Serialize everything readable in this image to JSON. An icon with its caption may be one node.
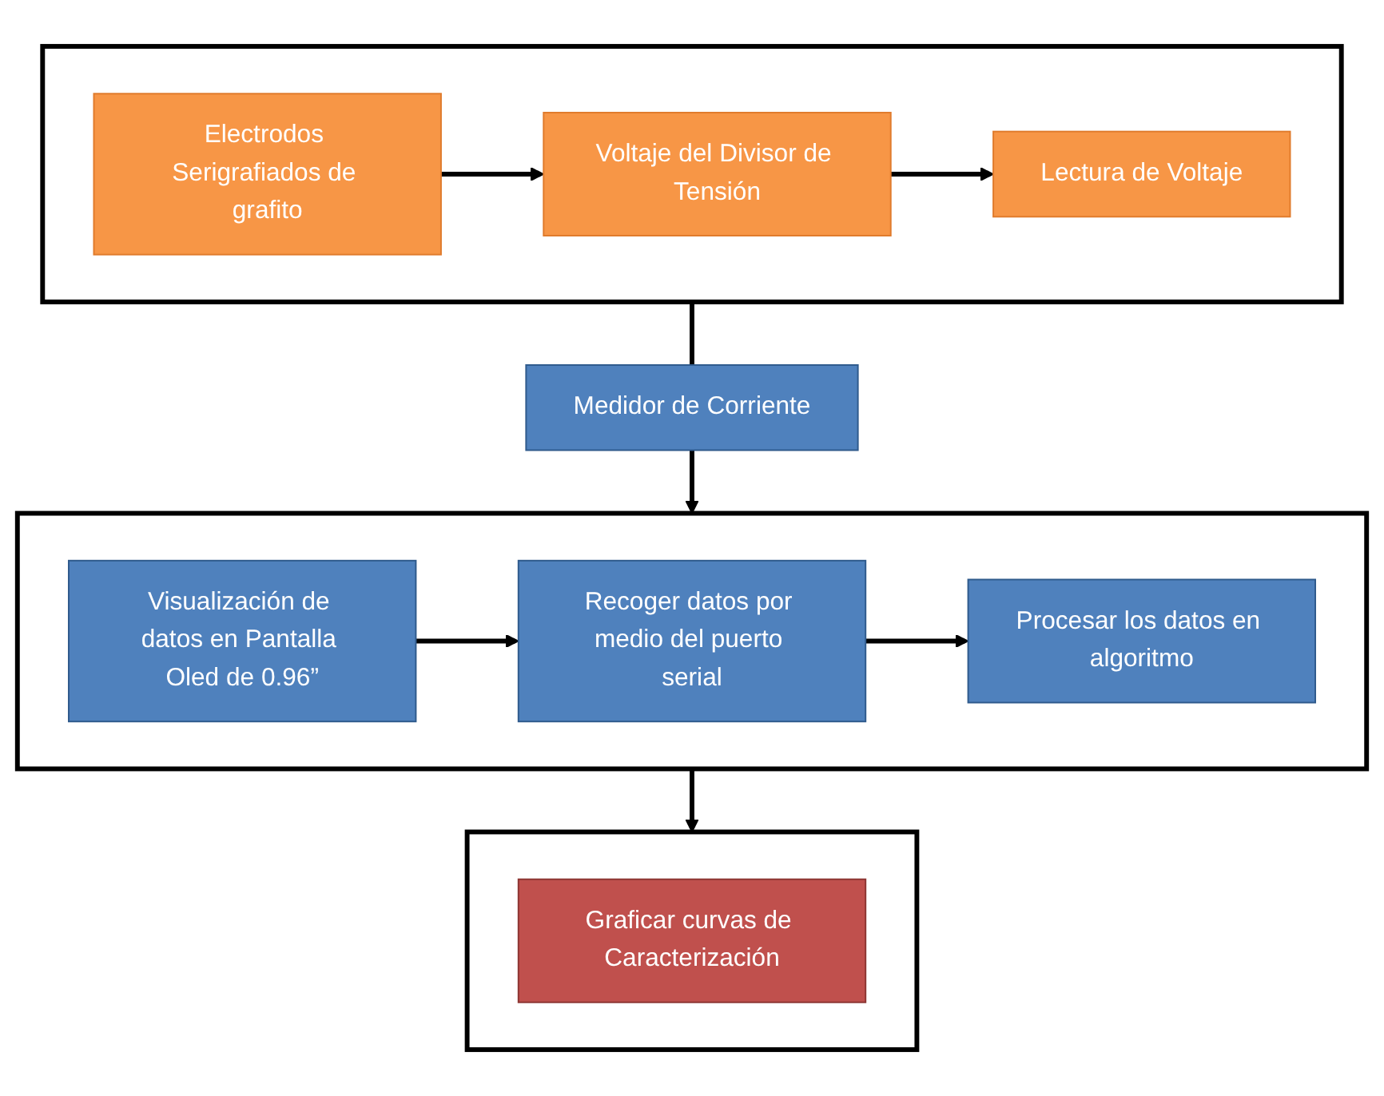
{
  "diagram": {
    "nodes": [
      {
        "text": [],
        "shape": "box"
      },
      {
        "text": [
          "Electrodos Serigrafiados de grafito"
        ],
        "in": 0
      },
      {
        "text": [
          "Voltaje del Divisor de Tensión"
        ],
        "in": 0
      },
      {
        "text": [
          "Lectura de Voltaje"
        ],
        "in": 0
      },
      {
        "text": [
          "Medidor de Corriente"
        ]
      },
      {
        "text": [],
        "shape": "box"
      },
      {
        "text": [
          "Visualización de datos en Pantalla Oled de 0.96”"
        ],
        "in": 5
      },
      {
        "text": [
          "Recoger datos por medio del puerto serial"
        ],
        "in": 5
      },
      {
        "text": [
          "Procesar los datos en algoritmo"
        ],
        "in": 5
      },
      {
        "text": [],
        "shape": "box"
      },
      {
        "text": [
          "Graficar curvas de Caracterización"
        ],
        "in": 9
      }
    ],
    "edges": [
      {
        "from": 1,
        "to": 2,
        "arrow": "to"
      },
      {
        "from": 2,
        "to": 3,
        "arrow": "to"
      },
      {
        "from": 0,
        "to": 4,
        "arrow": "none"
      },
      {
        "from": 4,
        "to": 5,
        "arrow": "to"
      },
      {
        "from": 6,
        "to": 7,
        "arrow": "to"
      },
      {
        "from": 7,
        "to": 8,
        "arrow": "to"
      },
      {
        "from": 5,
        "to": 9,
        "arrow": "to"
      }
    ]
  }
}
